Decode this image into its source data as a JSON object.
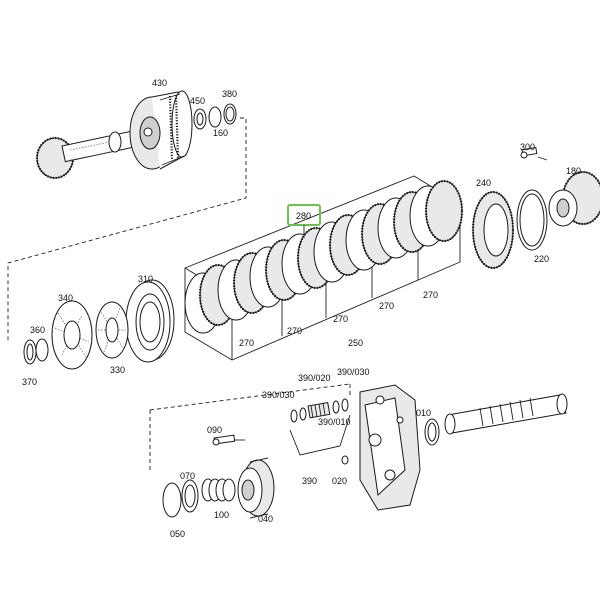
{
  "labels": {
    "p430": "430",
    "p450": "450",
    "p380": "380",
    "p160": "160",
    "p300": "300",
    "p180": "180",
    "p240": "240",
    "p220": "220",
    "p280": "280",
    "p270a": "270",
    "p270b": "270",
    "p270c": "270",
    "p270d": "270",
    "p270e": "270",
    "p250": "250",
    "p310": "310",
    "p340": "340",
    "p360": "360",
    "p370": "370",
    "p330": "330",
    "p390_030": "390/030",
    "p390_020": "390/020",
    "p390_030b": "390/030",
    "p390_010": "390/010",
    "p390": "390",
    "p020": "020",
    "p010": "010",
    "p090": "090",
    "p070": "070",
    "p050": "050",
    "p100": "100",
    "p040": "040"
  },
  "highlight": {
    "part": "280",
    "color": "#6cc24a"
  }
}
